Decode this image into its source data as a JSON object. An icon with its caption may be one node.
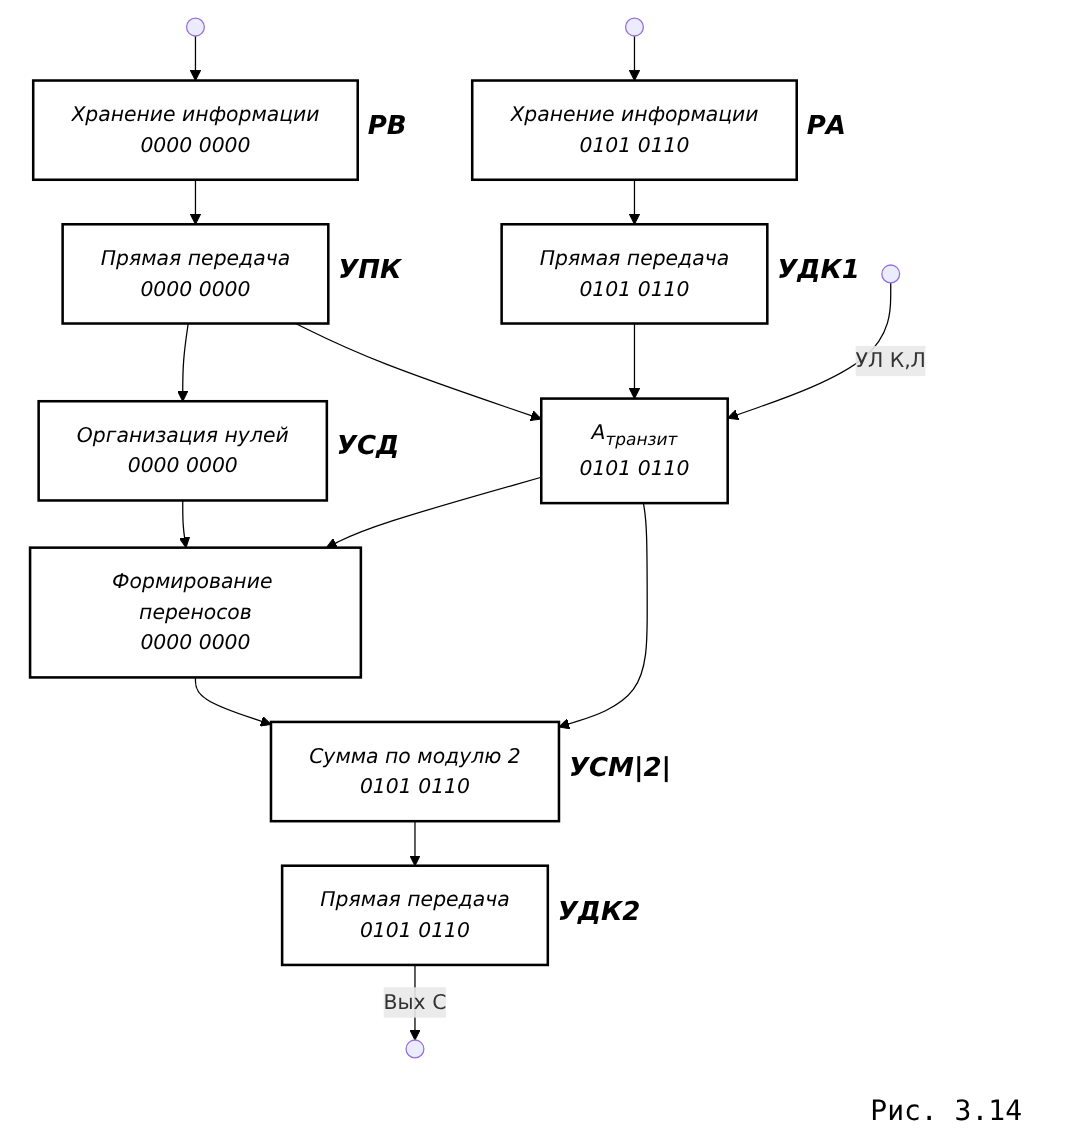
{
  "diagram": {
    "caption": "Рис. 3.14",
    "nodes": [
      {
        "text": [
          "Хранение информации",
          "0101 0110"
        ],
        "beside": [
          "РА"
        ]
      },
      {
        "text": [
          "Прямая передача",
          "0101 0110"
        ],
        "beside": [
          "УДК1"
        ]
      },
      {
        "text": [
          "A$_{транзит}$",
          "0101 0110"
        ]
      },
      {
        "text": [
          "Сумма по модулю 2",
          "0101 0110"
        ],
        "beside": [
          "УСМ|2|"
        ]
      },
      {
        "text": [
          "Прямая передача",
          "0101 0110"
        ],
        "beside": [
          "УДК2"
        ]
      },
      {
        "text": [
          "Хранение информации",
          "0000 0000"
        ],
        "beside": [
          "РВ"
        ]
      },
      {
        "text": [
          "Прямая передача",
          "0000 0000"
        ],
        "beside": [
          "УПК"
        ]
      },
      {
        "text": [
          "Организация нулей",
          "0000 0000"
        ],
        "beside": [
          "УСД"
        ]
      },
      {
        "text": [
          "Формирование переносов",
          "0000 0000"
        ]
      }
    ],
    "edges": [
      {
        "from": null,
        "to": 0,
        "arrow": "to"
      },
      {
        "from": 0,
        "to": 1,
        "arrow": "to"
      },
      {
        "from": 1,
        "to": 2,
        "arrow": "to"
      },
      {
        "from": null,
        "to": 5,
        "arrow": "to"
      },
      {
        "from": 5,
        "to": 6,
        "arrow": "to"
      },
      {
        "from": 6,
        "to": 2,
        "arrow": "to"
      },
      {
        "from": 6,
        "to": 7,
        "arrow": "to"
      },
      {
        "from": null,
        "to": 2,
        "arrow": "to",
        "label": "УЛ К,Л"
      },
      {
        "from": 2,
        "to": 3,
        "arrow": "to"
      },
      {
        "from": 2,
        "to": 8,
        "arrow": "to"
      },
      {
        "from": 7,
        "to": 8,
        "arrow": "to"
      },
      {
        "from": 8,
        "to": 3,
        "arrow": "to"
      },
      {
        "from": 3,
        "to": 4,
        "arrow": "to"
      },
      {
        "from": 4,
        "to": null,
        "arrow": "to",
        "label": "Вых C"
      }
    ]
  }
}
